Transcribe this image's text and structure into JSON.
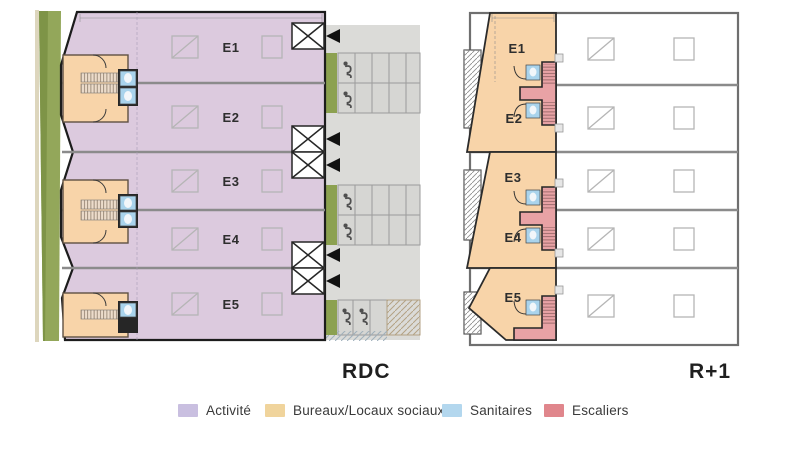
{
  "titles": {
    "left": "RDC",
    "right": "R+1"
  },
  "plans": {
    "rdc": {
      "units": [
        "E1",
        "E2",
        "E3",
        "E4",
        "E5"
      ]
    },
    "r1": {
      "units": [
        "E1",
        "E2",
        "E3",
        "E4",
        "E5"
      ]
    }
  },
  "legend": [
    {
      "label": "Activité",
      "color": "#c9bfe0"
    },
    {
      "label": "Bureaux/Locaux sociaux",
      "color": "#f0d49c"
    },
    {
      "label": "Sanitaires",
      "color": "#b3d7ee"
    },
    {
      "label": "Escaliers",
      "color": "#e0868c"
    }
  ],
  "colors": {
    "activite": "#dccade",
    "bureaux": "#f8d4a9",
    "sanitaires": "#a9d3ec",
    "escaliers": "#e8a2a5",
    "grass": "#93a75a",
    "parking": "#dbdbd8"
  }
}
